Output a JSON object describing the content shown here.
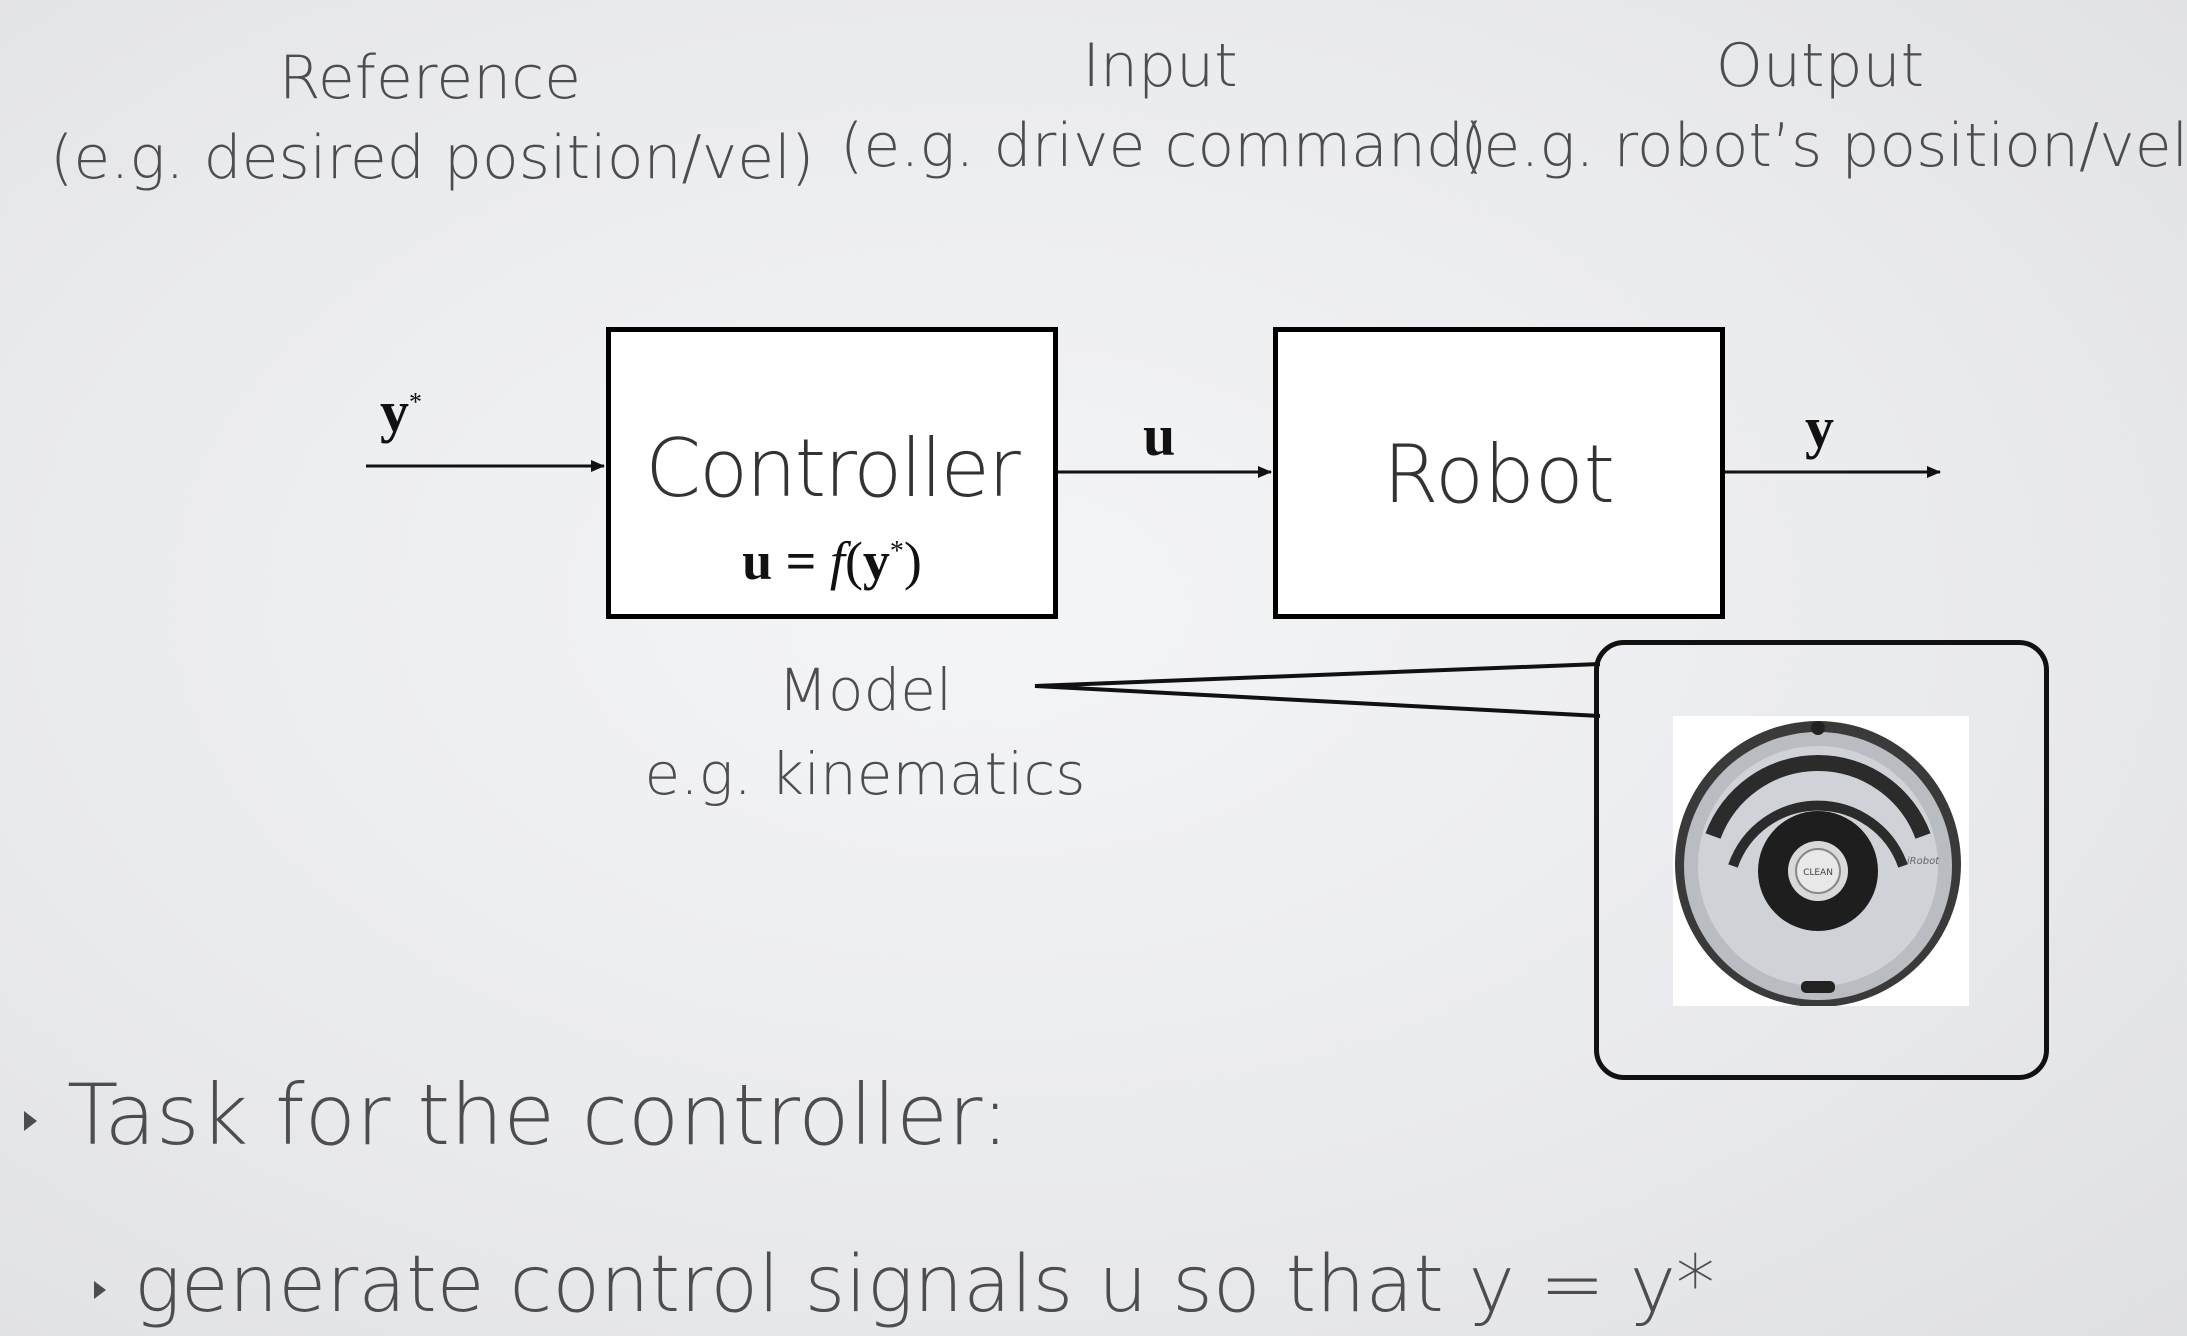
{
  "headers": {
    "reference": {
      "title": "Reference",
      "subtitle": "(e.g. desired position/vel)"
    },
    "input": {
      "title": "Input",
      "subtitle": "(e.g. drive command)"
    },
    "output": {
      "title": "Output",
      "subtitle": "(e.g. robot’s position/vel)"
    }
  },
  "blocks": {
    "controller": {
      "title": "Controller",
      "equation": {
        "lhs": "u",
        "equals": " = ",
        "func": "f",
        "arg": "y",
        "star": "*"
      }
    },
    "robot": {
      "title": "Robot"
    }
  },
  "signals": {
    "reference": {
      "symbol": "y",
      "star": "*"
    },
    "input": {
      "symbol": "u"
    },
    "output": {
      "symbol": "y"
    }
  },
  "model": {
    "line1": "Model",
    "line2": "e.g. kinematics"
  },
  "callout": {
    "image_icon": "robot-vacuum-icon",
    "brand_text": "iRobot",
    "clean_text": "CLEAN"
  },
  "bullets": {
    "task": "Task for the controller:",
    "generate": "generate control signals u so that y = y*"
  },
  "colors": {
    "background": "#ebecef",
    "text": "#4d4d4d",
    "box_border": "#000000"
  }
}
